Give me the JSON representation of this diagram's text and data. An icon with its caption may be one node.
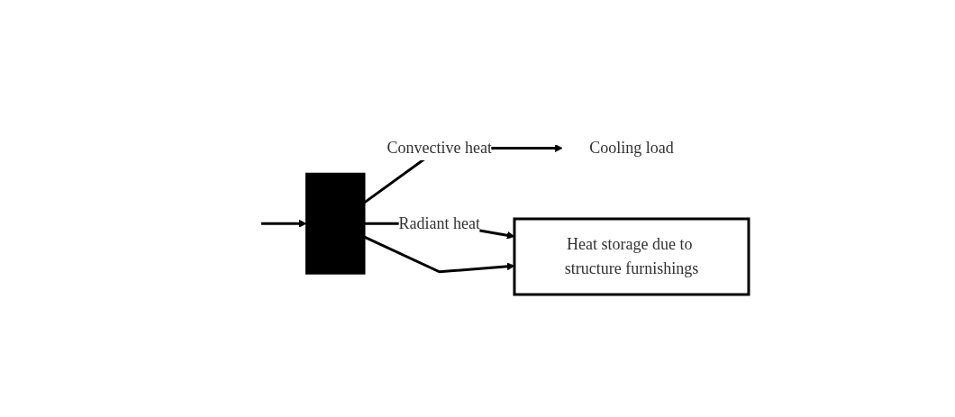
{
  "diagram": {
    "nodes": [
      {
        "text": [],
        "shape": "box"
      },
      {
        "text": [
          "Cooling load"
        ]
      },
      {
        "text": [
          "Heat storage due to structure furnishings"
        ]
      }
    ],
    "edges": [
      {
        "from": null,
        "to": 0,
        "arrow": "to"
      },
      {
        "from": 0,
        "to": 1,
        "label": "Convective heat",
        "arrow": "to"
      },
      {
        "from": 0,
        "to": 2,
        "label": "Radiant heat",
        "arrow": "to"
      },
      {
        "from": 0,
        "to": 2,
        "arrow": "to"
      }
    ]
  }
}
